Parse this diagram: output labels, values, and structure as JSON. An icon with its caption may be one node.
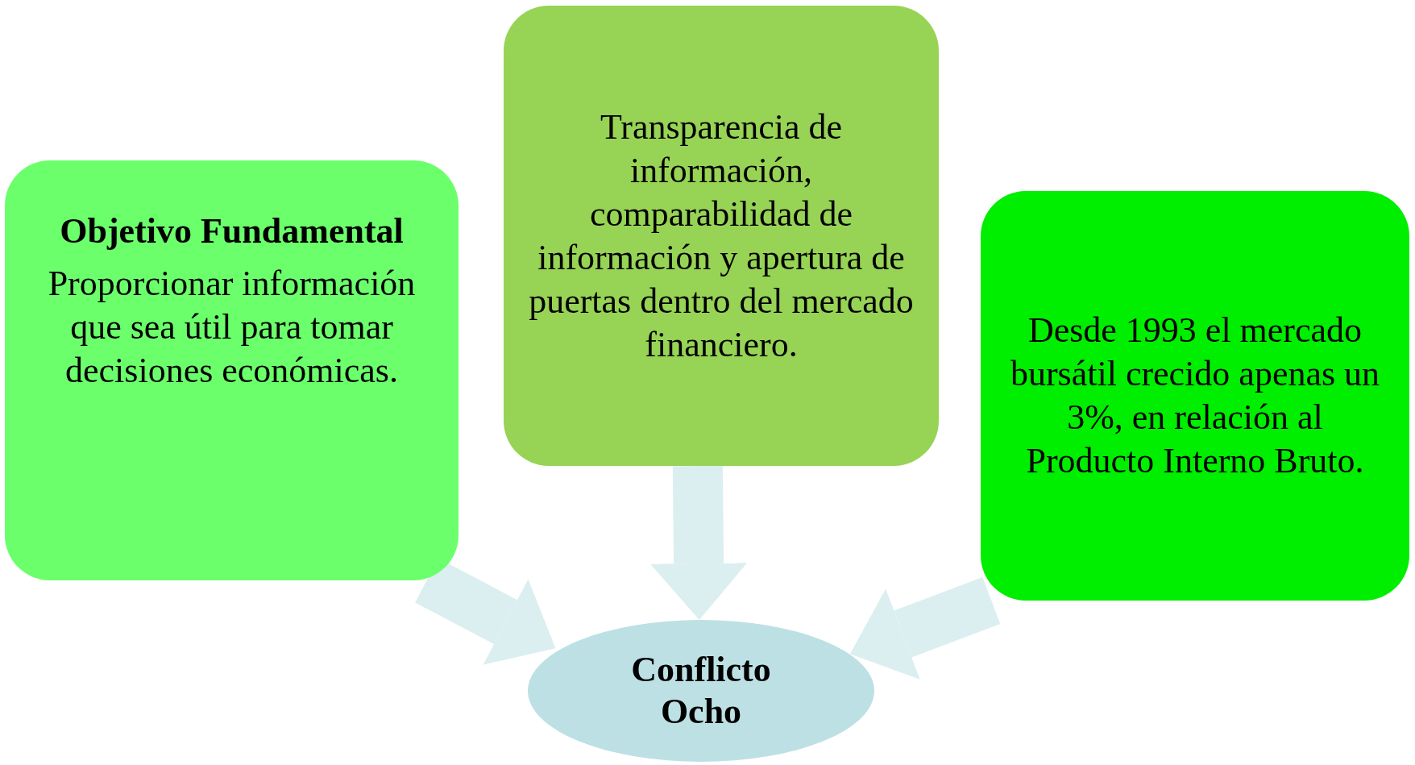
{
  "diagram": {
    "nodes": [
      {
        "text": [
          "Objetivo Fundamental",
          "Proporcionar información que sea útil para tomar decisiones económicas."
        ]
      },
      {
        "text": [
          "Transparencia de información, comparabilidad de información y apertura de puertas dentro del mercado financiero."
        ]
      },
      {
        "text": [
          "Desde 1993 el mercado bursátil crecido apenas un 3%, en relación al Producto Interno Bruto."
        ]
      },
      {
        "text": [
          "Conflicto Ocho"
        ]
      }
    ],
    "edges": [
      {
        "from": 0,
        "to": 3,
        "arrow": "to"
      },
      {
        "from": 1,
        "to": 3,
        "arrow": "to"
      },
      {
        "from": 2,
        "to": 3,
        "arrow": "to"
      }
    ]
  }
}
